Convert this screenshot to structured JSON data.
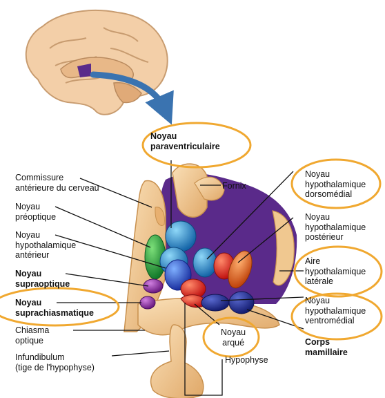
{
  "labels": {
    "paraventriculaire": "Noyau\nparaventriculaire",
    "commissure": "Commissure\nantérieure du cerveau",
    "preoptique": "Noyau\npréoptique",
    "hypo_anterieur": "Noyau\nhypothalamique\nantérieur",
    "supraoptique": "Noyau\nsupraoptique",
    "suprachiasmatique": "Noyau\nsuprachiasmatique",
    "chiasma": "Chiasma\noptique",
    "infundibulum": "Infundibulum\n(tige de l'hypophyse)",
    "fornix": "Fornix",
    "dorsomedial": "Noyau\nhypothalamique\ndorsomédial",
    "posterieur": "Noyau\nhypothalamique\npostérieur",
    "aire_laterale": "Aire\nhypothalamique\nlatérale",
    "ventromedial": "Noyau\nhypothalamique\nventromédial",
    "corps_mamillaire": "Corps\nmamillaire",
    "arque": "Noyau\narqué",
    "hypophyse": "Hypophyse"
  },
  "colors": {
    "highlight_ring": "#f0a830",
    "purple_region": "#5a2a8a",
    "tissue": "#f0c890",
    "brain": "#f3cfa8",
    "arrow": "#3a73b0"
  }
}
